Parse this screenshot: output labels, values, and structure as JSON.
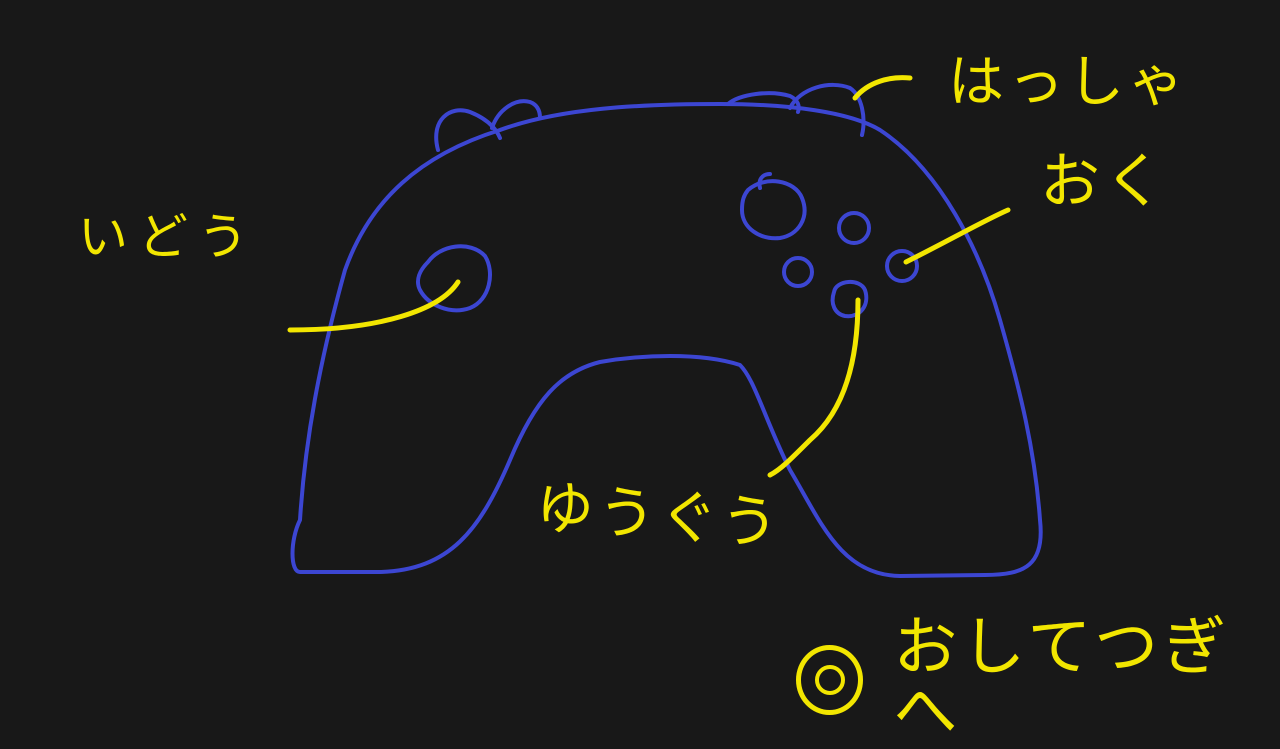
{
  "labels": {
    "fire": "はっしゃ",
    "place": "おく",
    "move": "いどう",
    "jump": "ゆうぐう"
  },
  "footer": {
    "next_text": "おしてつぎへ"
  },
  "colors": {
    "background": "#181818",
    "controller_outline": "#3c46d2",
    "annotation": "#f2e600"
  }
}
